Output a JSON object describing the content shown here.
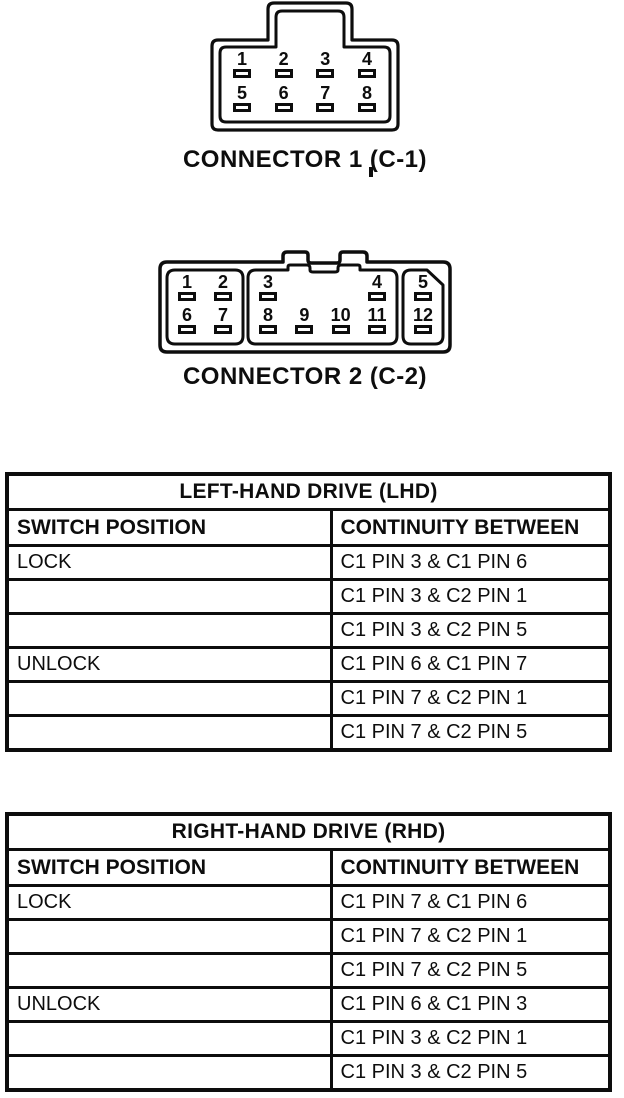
{
  "connector1": {
    "label": "CONNECTOR 1 (C-1)",
    "pins_top": [
      "1",
      "2",
      "3",
      "4"
    ],
    "pins_bottom": [
      "5",
      "6",
      "7",
      "8"
    ]
  },
  "connector2": {
    "label": "CONNECTOR 2 (C-2)",
    "left_section": {
      "top": [
        "1",
        "2"
      ],
      "bottom": [
        "6",
        "7"
      ]
    },
    "middle_section": {
      "top": [
        "3",
        "4"
      ],
      "bottom": [
        "8",
        "9",
        "10",
        "11"
      ]
    },
    "right_section": {
      "top": [
        "5"
      ],
      "bottom": [
        "12"
      ]
    }
  },
  "tables": {
    "lhd": {
      "title": "LEFT-HAND DRIVE (LHD)",
      "columns": [
        "SWITCH POSITION",
        "CONTINUITY BETWEEN"
      ],
      "rows": [
        [
          "LOCK",
          "C1 PIN 3 & C1 PIN 6"
        ],
        [
          "",
          "C1 PIN 3 & C2 PIN 1"
        ],
        [
          "",
          "C1 PIN 3 & C2 PIN 5"
        ],
        [
          "UNLOCK",
          "C1 PIN 6 & C1 PIN 7"
        ],
        [
          "",
          "C1 PIN 7 & C2 PIN 1"
        ],
        [
          "",
          "C1 PIN 7 & C2 PIN 5"
        ]
      ]
    },
    "rhd": {
      "title": "RIGHT-HAND DRIVE (RHD)",
      "columns": [
        "SWITCH POSITION",
        "CONTINUITY BETWEEN"
      ],
      "rows": [
        [
          "LOCK",
          "C1 PIN 7 & C1 PIN 6"
        ],
        [
          "",
          "C1 PIN 7 & C2 PIN 1"
        ],
        [
          "",
          "C1 PIN 7 & C2 PIN 5"
        ],
        [
          "UNLOCK",
          "C1 PIN 6 & C1 PIN 3"
        ],
        [
          "",
          "C1 PIN 3 & C2 PIN 1"
        ],
        [
          "",
          "C1 PIN 3 & C2 PIN 5"
        ]
      ]
    }
  },
  "colors": {
    "ink": "#0d0d0d",
    "paper": "#ffffff"
  }
}
